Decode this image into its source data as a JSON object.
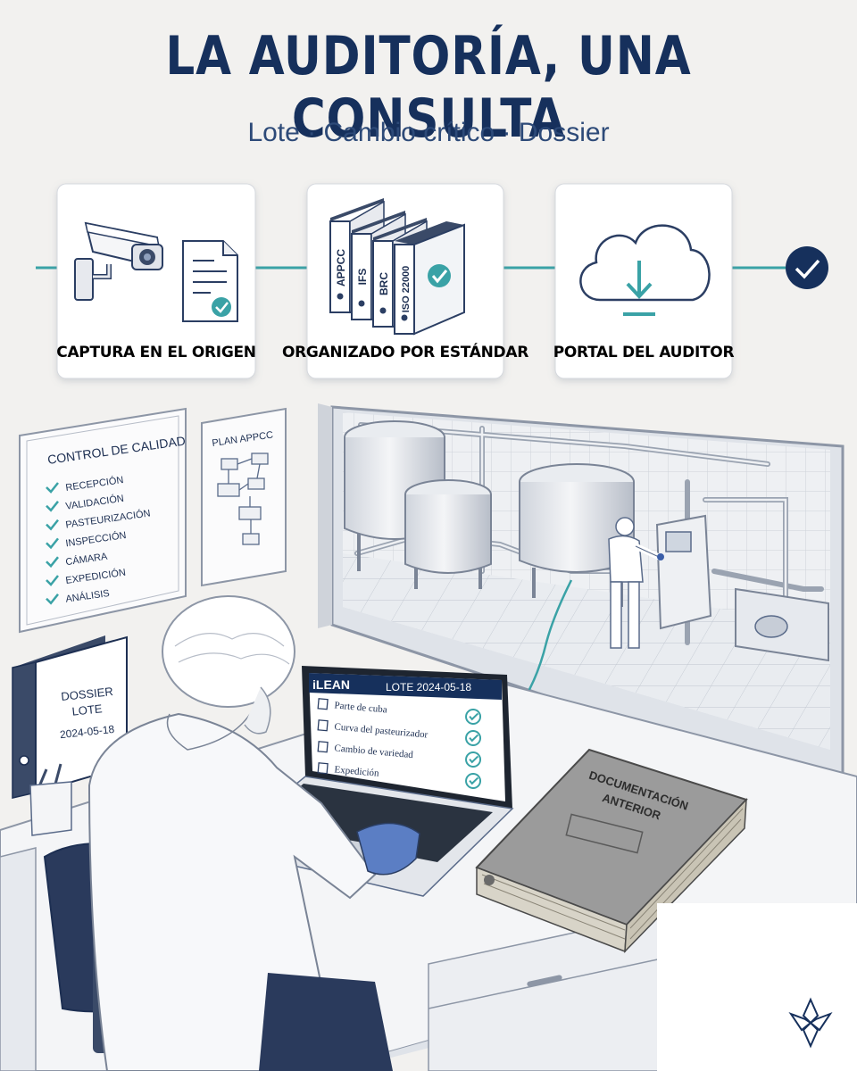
{
  "header": {
    "title": "LA AUDITORÍA, UNA CONSULTA",
    "subtitle": "Lote · Cambio crítico · Dossier"
  },
  "steps": [
    {
      "label": "CAPTURA EN EL ORIGEN",
      "icon": "security-camera-and-document-icon"
    },
    {
      "label": "ORGANIZADO POR ESTÁNDAR",
      "icon": "binders-icon"
    },
    {
      "label": "PORTAL DEL AUDITOR",
      "icon": "cloud-download-icon"
    }
  ],
  "binders": [
    "APPCC",
    "IFS",
    "BRC",
    "ISO 22000"
  ],
  "quality_board": {
    "title": "CONTROL DE CALIDAD",
    "items": [
      "RECEPCIÓN",
      "VALIDACIÓN",
      "PASTEURIZACIÓN",
      "INSPECCIÓN",
      "CÁMARA",
      "EXPEDICIÓN",
      "ANÁLISIS"
    ]
  },
  "plan_board": {
    "title": "PLAN APPCC"
  },
  "dossier": {
    "line1": "DOSSIER",
    "line2": "LOTE",
    "line3": "2024-05-18"
  },
  "laptop": {
    "brand": "iLEAN",
    "lot": "LOTE 2024-05-18",
    "items": [
      "Parte de cuba",
      "Curva del pasteurizador",
      "Cambio de variedad",
      "Expedición"
    ]
  },
  "old_book": {
    "line1": "DOCUMENTACIÓN",
    "line2": "ANTERIOR"
  },
  "colors": {
    "navy": "#16305c",
    "teal": "#3aa2a6",
    "background": "#f2f1ef"
  }
}
